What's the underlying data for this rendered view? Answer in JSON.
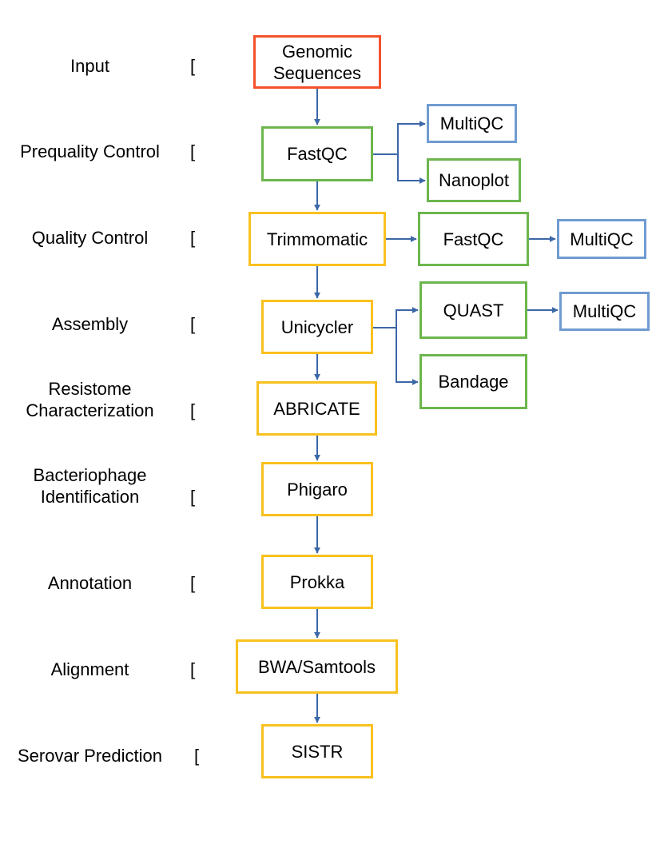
{
  "stages": {
    "input": "Input",
    "prequality": "Prequality Control",
    "quality": "Quality Control",
    "assembly": "Assembly",
    "resistome": "Resistome\nCharacterization",
    "bacteriophage": "Bacteriophage\nIdentification",
    "annotation": "Annotation",
    "alignment": "Alignment",
    "serovar": "Serovar Prediction"
  },
  "bracket": "[",
  "nodes": {
    "genomic": "Genomic\nSequences",
    "fastqc1": "FastQC",
    "multiqc1": "MultiQC",
    "nanoplot": "Nanoplot",
    "trimmomatic": "Trimmomatic",
    "fastqc2": "FastQC",
    "multiqc2": "MultiQC",
    "unicycler": "Unicycler",
    "quast": "QUAST",
    "multiqc3": "MultiQC",
    "bandage": "Bandage",
    "abricate": "ABRICATE",
    "phigaro": "Phigaro",
    "prokka": "Prokka",
    "bwa": "BWA/Samtools",
    "sistr": "SISTR"
  },
  "colors": {
    "input_border": "#f4512c",
    "tool_border": "#f9c11f",
    "qc_border": "#6cb64d",
    "report_border": "#6f9bd1",
    "arrow": "#3c67a8"
  }
}
